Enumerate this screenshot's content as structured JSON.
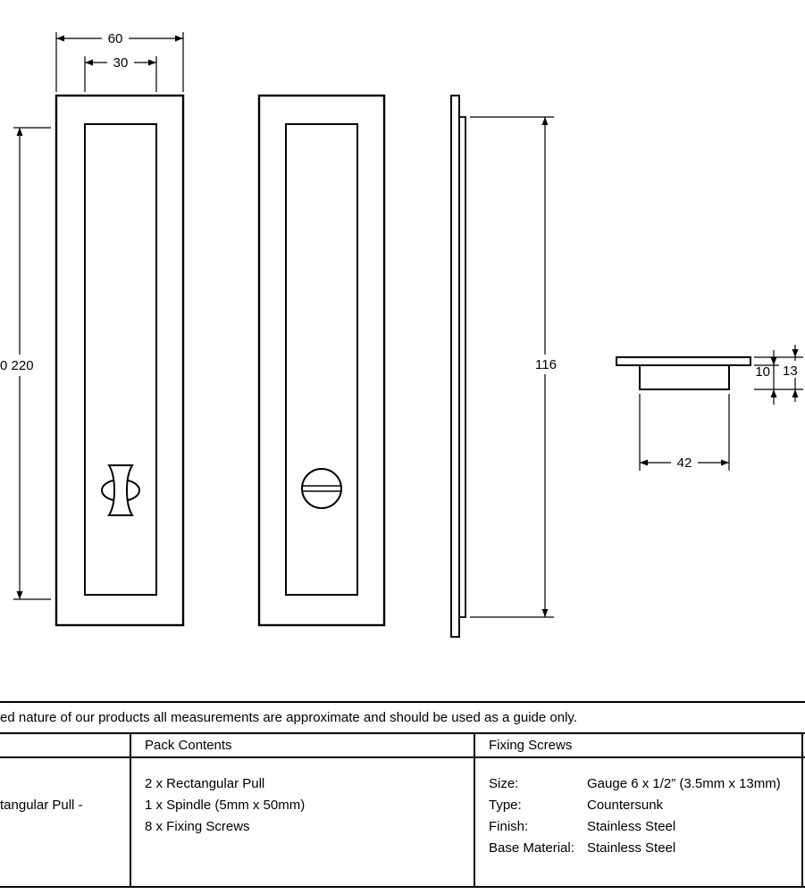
{
  "drawing": {
    "dims": {
      "width_outer": "60",
      "width_inner": "30",
      "height_front": "0 220",
      "height_side": "116",
      "depth_body": "10",
      "depth_total": "13",
      "width_top": "42"
    }
  },
  "note": "ed nature of our products all measurements are approximate and should be used as a guide only.",
  "table": {
    "headers": {
      "product": "",
      "pack_contents": "Pack Contents",
      "fixing_screws": "Fixing Screws"
    },
    "product_name": "tangular Pull -",
    "pack_contents": [
      "2 x Rectangular Pull",
      "1 x Spindle (5mm x 50mm)",
      "8 x Fixing Screws"
    ],
    "fixing_screws": [
      {
        "label": "Size:",
        "value": "Gauge 6 x 1/2” (3.5mm x 13mm)"
      },
      {
        "label": "Type:",
        "value": "Countersunk"
      },
      {
        "label": "Finish:",
        "value": "Stainless Steel"
      },
      {
        "label": "Base Material:",
        "value": "Stainless Steel"
      }
    ]
  }
}
